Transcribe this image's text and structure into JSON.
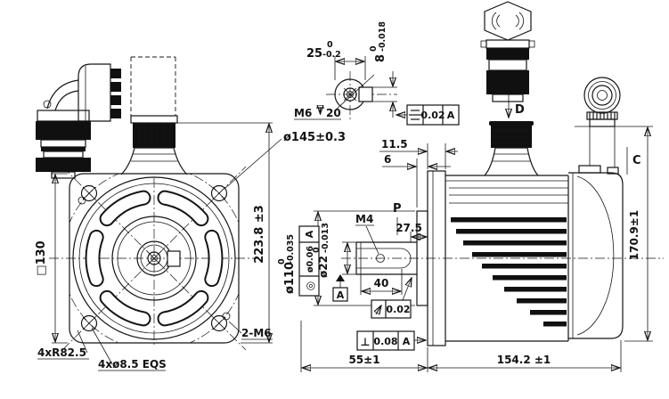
{
  "drawing": {
    "front_view": {
      "bolt_circle_dia": "ø145±0.3",
      "total_height": "223.8 ±3",
      "flange_square": "□130",
      "corner_radius": "4xR82.5",
      "mounting_holes": "4xø8.5  EQS",
      "tapped_holes": "2-M6"
    },
    "shaft_end_view": {
      "shaft_dia": {
        "base": "25",
        "upper": "0",
        "lower": "-0.2"
      },
      "key_width": {
        "base": "8",
        "upper": "0",
        "lower": "-0.018"
      },
      "center_tap": {
        "thread": "M6",
        "depth": "20"
      },
      "symmetry_frame": {
        "tolerance": "0.02",
        "datum": "A"
      }
    },
    "side_view": {
      "flange_thickness": "11.5",
      "boss_protrusion": "6",
      "section_label": "P",
      "key_tap": "M4",
      "key_offset": "27.5",
      "key_length": "40",
      "pilot_dia": {
        "base": "ø110",
        "upper": "0",
        "lower": "-0.035"
      },
      "shaft_dia": {
        "base": "ø22",
        "upper": "0",
        "lower": "-0.013"
      },
      "concentricity_frame": {
        "symbol_icon": "◎",
        "tolerance": "ø0.06",
        "datum": "A"
      },
      "runout_frame": {
        "tolerance": "0.02"
      },
      "perpendicularity_frame": {
        "symbol_icon": "⊥",
        "tolerance": "0.08",
        "datum": "A"
      },
      "datum_label": "A",
      "shaft_length": "55±1",
      "body_length": "154.2 ±1",
      "total_height": "170.9±1",
      "power_connector_label": "D",
      "encoder_connector_label": "C"
    }
  }
}
